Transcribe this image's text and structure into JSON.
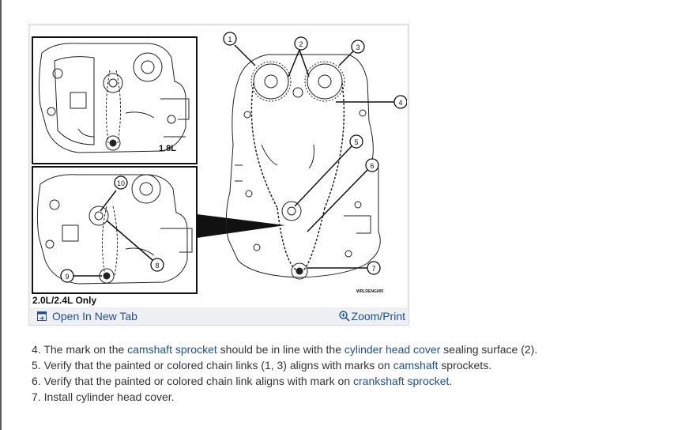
{
  "figure": {
    "labels": {
      "engine_top": "1.8L",
      "engine_bottom": "2.0L/2.4L Only",
      "figure_code": "WRLDENG005"
    },
    "callouts": [
      "1",
      "2",
      "3",
      "4",
      "5",
      "6",
      "7",
      "8",
      "9",
      "10"
    ],
    "toolbar": {
      "open_new_tab": "Open In New Tab",
      "zoom_print": "Zoom/Print"
    }
  },
  "steps": [
    {
      "number": "4.",
      "seg1": "The mark on the",
      "link1": "camshaft sprocket",
      "seg2": "should be in line with the",
      "link2": "cylinder head cover",
      "seg3": "sealing surface (2)."
    },
    {
      "number": "5.",
      "seg1": "Verify that the painted or colored chain links (1, 3) aligns with marks on",
      "link1": "camshaft",
      "seg2": "sprockets."
    },
    {
      "number": "6.",
      "seg1": "Verify that the painted or colored chain link aligns with mark on",
      "link1": "crankshaft sprocket."
    },
    {
      "number": "7.",
      "seg1": "Install cylinder head cover."
    }
  ]
}
